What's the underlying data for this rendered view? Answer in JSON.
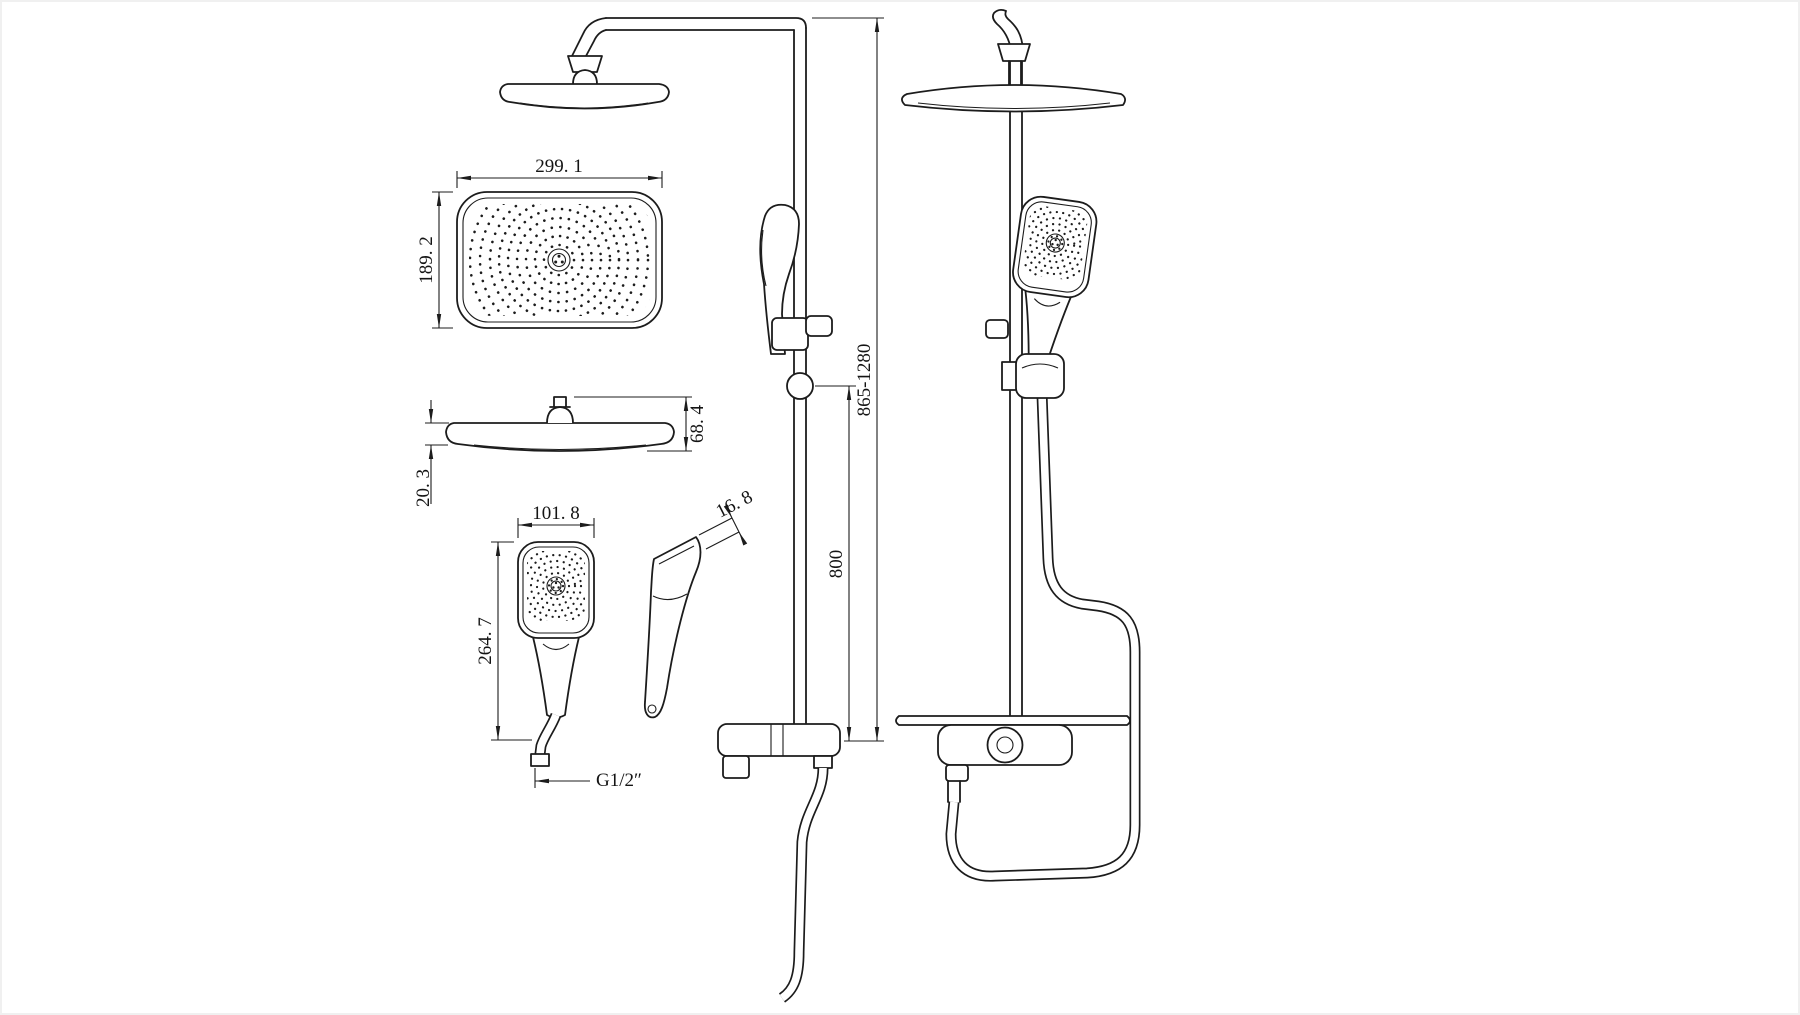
{
  "drawing": {
    "background": "#ffffff",
    "line_color": "#1c1c1c",
    "views": {
      "rain_head_front": {
        "width": "299. 1",
        "height": "189. 2"
      },
      "rain_head_side": {
        "height": "68. 4",
        "edge_thickness": "20. 3"
      },
      "hand_shower_front": {
        "width": "101. 8",
        "length": "264. 7",
        "thread": "G1/2″"
      },
      "hand_shower_side": {
        "thickness": "16. 8"
      },
      "assembly": {
        "overall_height": "865-1280",
        "riser_height": "800"
      }
    }
  }
}
